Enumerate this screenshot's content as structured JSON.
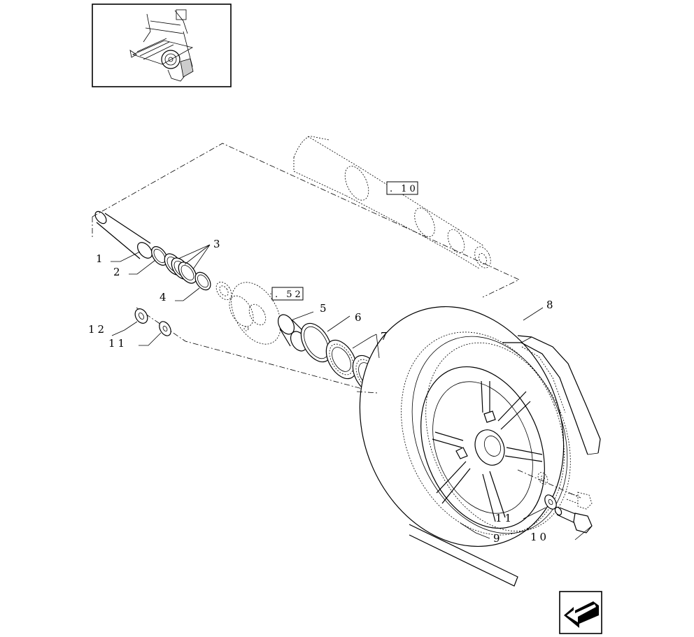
{
  "diagram": {
    "callouts": [
      {
        "id": "1",
        "text": "1"
      },
      {
        "id": "2",
        "text": "2"
      },
      {
        "id": "3",
        "text": "3"
      },
      {
        "id": "4",
        "text": "4"
      },
      {
        "id": "5",
        "text": "5"
      },
      {
        "id": "6",
        "text": "6"
      },
      {
        "id": "7",
        "text": "7"
      },
      {
        "id": "8",
        "text": "8"
      },
      {
        "id": "9",
        "text": "9"
      },
      {
        "id": "10",
        "text": "10"
      },
      {
        "id": "11a",
        "text": "11"
      },
      {
        "id": "11b",
        "text": "11"
      },
      {
        "id": "12",
        "text": "12"
      }
    ],
    "references": {
      "shaft_ref": ". 10",
      "hub_ref": ". 52"
    }
  },
  "thumbnail": {
    "icon": "machine-overview-thumbnail"
  },
  "navigation": {
    "icon": "next-page-arrow-icon"
  }
}
